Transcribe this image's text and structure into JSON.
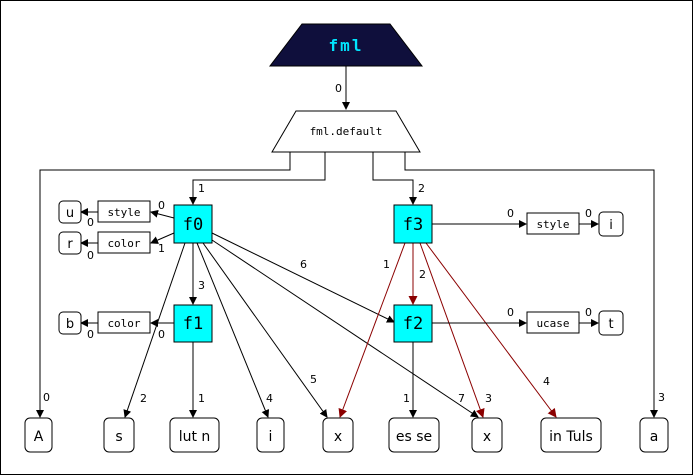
{
  "root": {
    "label": "fml"
  },
  "default_node": {
    "label": "fml.default"
  },
  "functions": {
    "f0": "f0",
    "f1": "f1",
    "f2": "f2",
    "f3": "f3"
  },
  "attributes": {
    "f0_style": "style",
    "f0_color": "color",
    "f1_color": "color",
    "f2_ucase": "ucase",
    "f3_style": "style"
  },
  "values": {
    "u": "u",
    "r": "r",
    "b": "b",
    "t": "t",
    "i": "i"
  },
  "leaves": [
    "A",
    "s",
    "lut n",
    "i",
    "x",
    "es se",
    "x",
    "in Tuls",
    "a"
  ],
  "edge_labels": {
    "root_default": "0",
    "default_f0": "1",
    "default_f3": "2",
    "default_A": "0",
    "default_a": "3",
    "f0_style": "0",
    "f0_style_u": "0",
    "f0_color": "1",
    "f0_color_r": "0",
    "f0_f1": "3",
    "f0_f2": "6",
    "f0_s": "2",
    "f0_i": "4",
    "f0_x1": "5",
    "f0_x2": "7",
    "f1_color": "0",
    "f1_color_b": "0",
    "f1_lutn": "1",
    "f3_style": "0",
    "f3_style_i": "0",
    "f3_f2": "2",
    "f3_x1": "1",
    "f3_x2": "3",
    "f3_intuls": "4",
    "f2_ucase": "0",
    "f2_ucase_t": "0",
    "f2_esse": "1"
  },
  "colors": {
    "root_fill": "#0f0f3c",
    "root_text": "#00e5ff",
    "function_fill": "#00ffff",
    "edge_black": "#000000",
    "edge_red": "#8b0000"
  }
}
